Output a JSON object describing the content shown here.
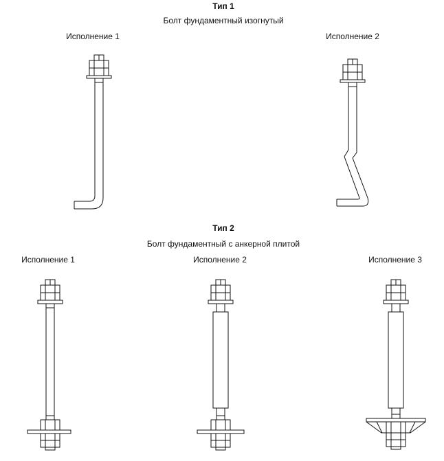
{
  "type1": {
    "title": "Тип 1",
    "subtitle": "Болт фундаментный изогнутый",
    "variant1_label": "Исполнение 1",
    "variant2_label": "Исполнение 2"
  },
  "type2": {
    "title": "Тип 2",
    "subtitle": "Болт фундаментный с анкерной плитой",
    "variant1_label": "Исполнение 1",
    "variant2_label": "Исполнение 2",
    "variant3_label": "Исполнение 3"
  }
}
